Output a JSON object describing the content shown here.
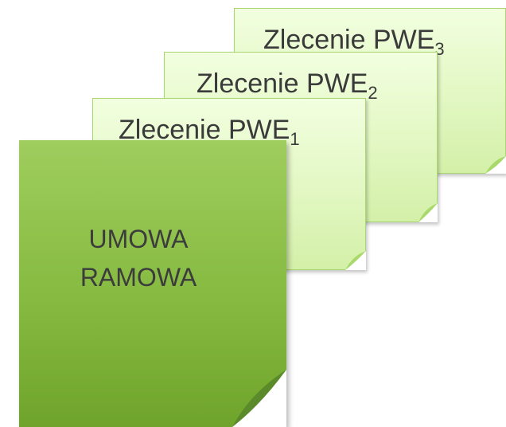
{
  "notes": [
    {
      "id": "note-3",
      "text": "Zlecenie PWE",
      "sub": "3"
    },
    {
      "id": "note-2",
      "text": "Zlecenie PWE",
      "sub": "2"
    },
    {
      "id": "note-1",
      "text": "Zlecenie PWE",
      "sub": "1"
    }
  ],
  "main_note": {
    "line1": "UMOWA",
    "line2": "RAMOWA"
  },
  "colors": {
    "light_note": "#e2f7c2",
    "light_border": "#a9d86e",
    "main_note": "#86ba40",
    "curl_light": "#a8d96a",
    "curl_main": "#5a8a2a",
    "text": "#3a3a3a"
  }
}
